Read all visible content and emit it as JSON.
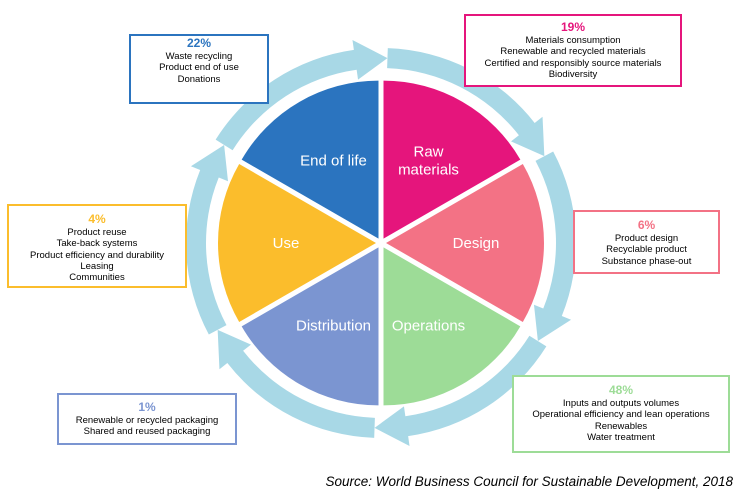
{
  "source": "Source: World Business Council for Sustainable Development, 2018",
  "stages": [
    {
      "key": "end_of_life",
      "lines": [
        "End of life"
      ],
      "color": "#2b74bf"
    },
    {
      "key": "raw_materials",
      "lines": [
        "Raw",
        "materials"
      ],
      "color": "#e5157c"
    },
    {
      "key": "design",
      "lines": [
        "Design"
      ],
      "color": "#f37285"
    },
    {
      "key": "operations",
      "lines": [
        "Operations"
      ],
      "color": "#9ddc97"
    },
    {
      "key": "distribution",
      "lines": [
        "Distribution"
      ],
      "color": "#7b95d1"
    },
    {
      "key": "use",
      "lines": [
        "Use"
      ],
      "color": "#fbbd2c"
    }
  ],
  "arrow_color": "#a8d8e6",
  "boxes": {
    "end_of_life": {
      "pct": "22%",
      "color": "#2b74bf",
      "items": [
        "Waste recycling",
        "Product end of use",
        "Donations"
      ]
    },
    "raw_materials": {
      "pct": "19%",
      "color": "#e5157c",
      "items": [
        "Materials consumption",
        "Renewable and recycled materials",
        "Certified and responsibly source materials",
        "Biodiversity"
      ]
    },
    "design": {
      "pct": "6%",
      "color": "#f37285",
      "items": [
        "Product design",
        "Recyclable product",
        "Substance phase-out"
      ]
    },
    "operations": {
      "pct": "48%",
      "color": "#9ddc97",
      "items": [
        "Inputs and outputs volumes",
        "Operational efficiency and lean operations",
        "Renewables",
        "Water treatment"
      ]
    },
    "distribution": {
      "pct": "1%",
      "color": "#7b95d1",
      "items": [
        "Renewable or recycled packaging",
        "Shared and reused packaging"
      ]
    },
    "use": {
      "pct": "4%",
      "color": "#fbbd2c",
      "items": [
        "Product reuse",
        "Take-back systems",
        "Product efficiency and durability",
        "Leasing",
        "Communities"
      ]
    }
  }
}
